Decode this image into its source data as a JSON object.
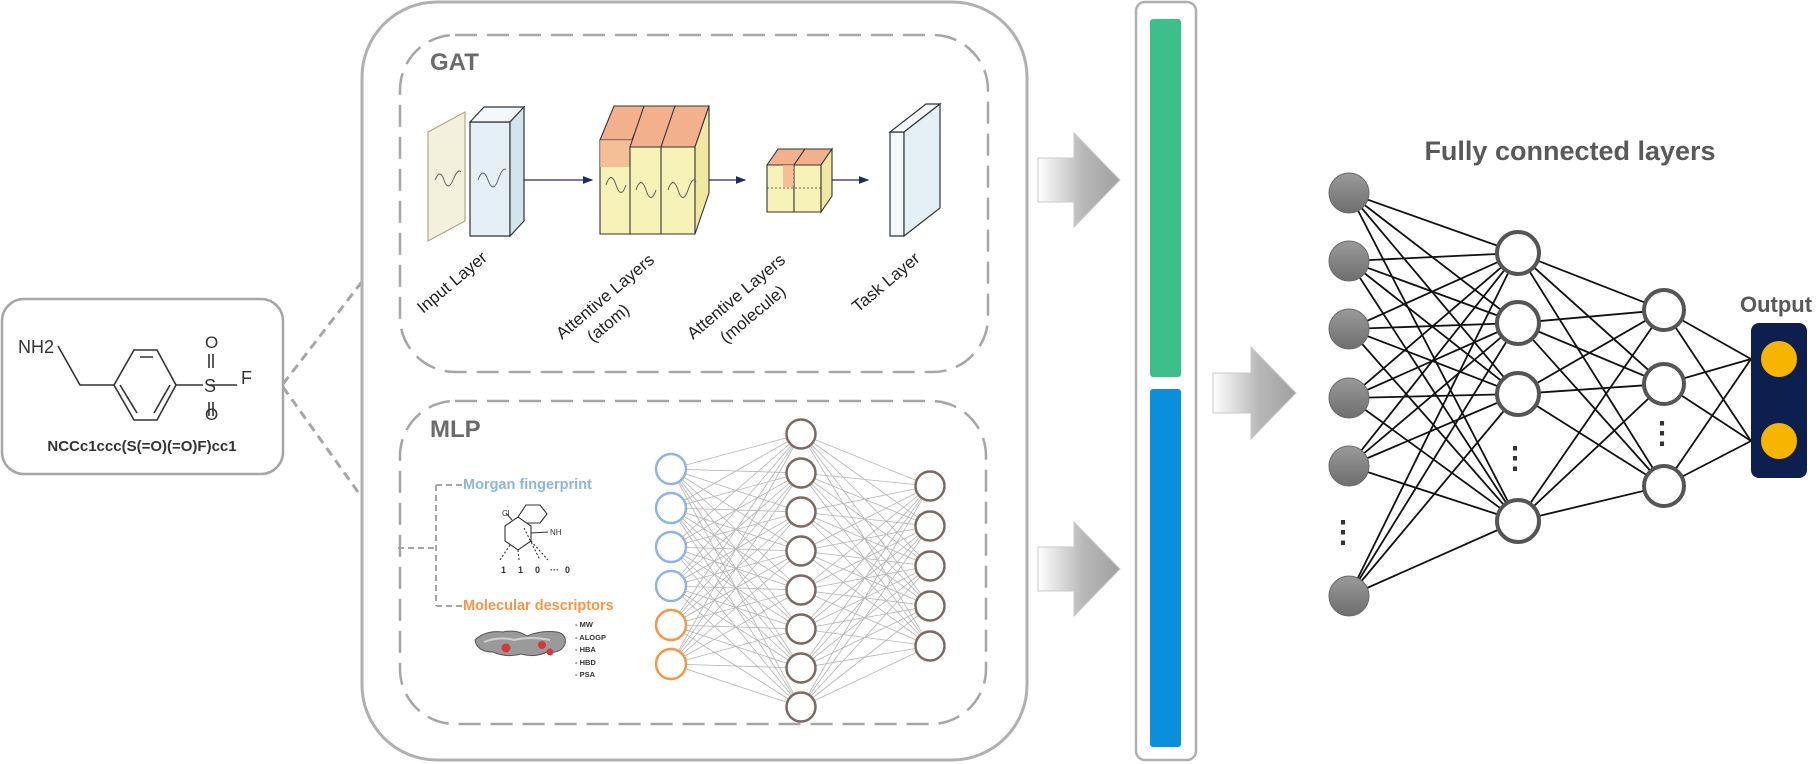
{
  "molecule": {
    "nh2_label": "NH2",
    "s_label": "S",
    "f_label": "F",
    "o_top_label": "O",
    "o_bottom_label": "O",
    "smiles": "NCCc1ccc(S(=O)(=O)F)cc1"
  },
  "gat": {
    "title": "GAT",
    "layers": [
      "Input Layer",
      "Attentive Layers",
      "(atom)",
      "Attentive Layers",
      "(molecule)",
      "Task Layer"
    ]
  },
  "mlp": {
    "title": "MLP",
    "fingerprint_label": "Morgan fingerprint",
    "fingerprint_bits": [
      "1",
      "1",
      "0",
      "···",
      "0"
    ],
    "descriptors_label": "Molecular descriptors",
    "descriptors": [
      "- MW",
      "- ALOGP",
      "- HBA",
      "- HBD",
      "- PSA"
    ],
    "colors": {
      "fingerprint": "#8eb4e3",
      "descriptors": "#f79646"
    }
  },
  "concat": {
    "top_color": "#3dbf8c",
    "bottom_color": "#0a8fdc"
  },
  "fc": {
    "title": "Fully connected layers",
    "output_label": "Output",
    "output_color": "#f7b500",
    "output_bg": "#0c1f4f",
    "ellipsis": "⋮"
  }
}
